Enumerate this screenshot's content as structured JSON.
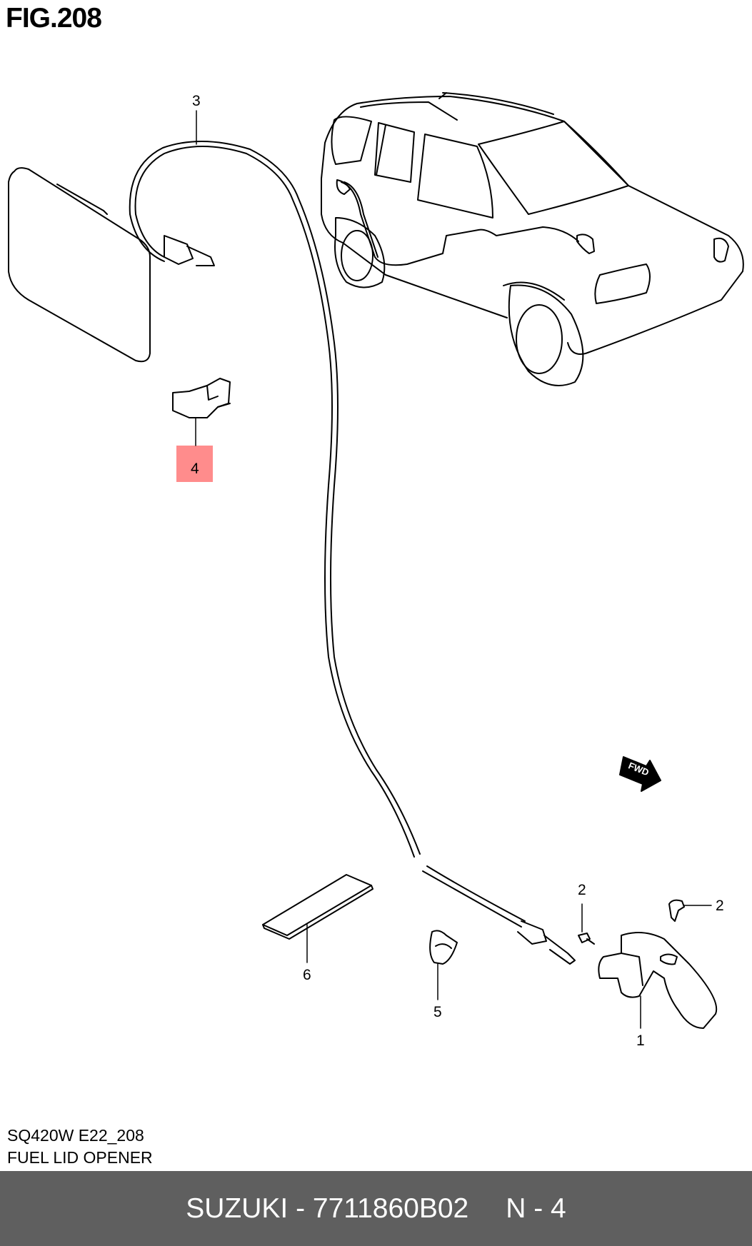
{
  "figure": {
    "title": "FIG.208"
  },
  "callouts": {
    "c1": "1",
    "c2a": "2",
    "c2b": "2",
    "c3": "3",
    "c4": "4",
    "c5": "5",
    "c6": "6"
  },
  "diagram": {
    "fwd_label": "FWD",
    "highlight_color": "#ff8c8c"
  },
  "caption": {
    "code": "SQ420W E22_208",
    "title": "FUEL LID OPENER"
  },
  "footer": {
    "part": "SUZUKI - 7711860B02",
    "ref": "N - 4"
  }
}
